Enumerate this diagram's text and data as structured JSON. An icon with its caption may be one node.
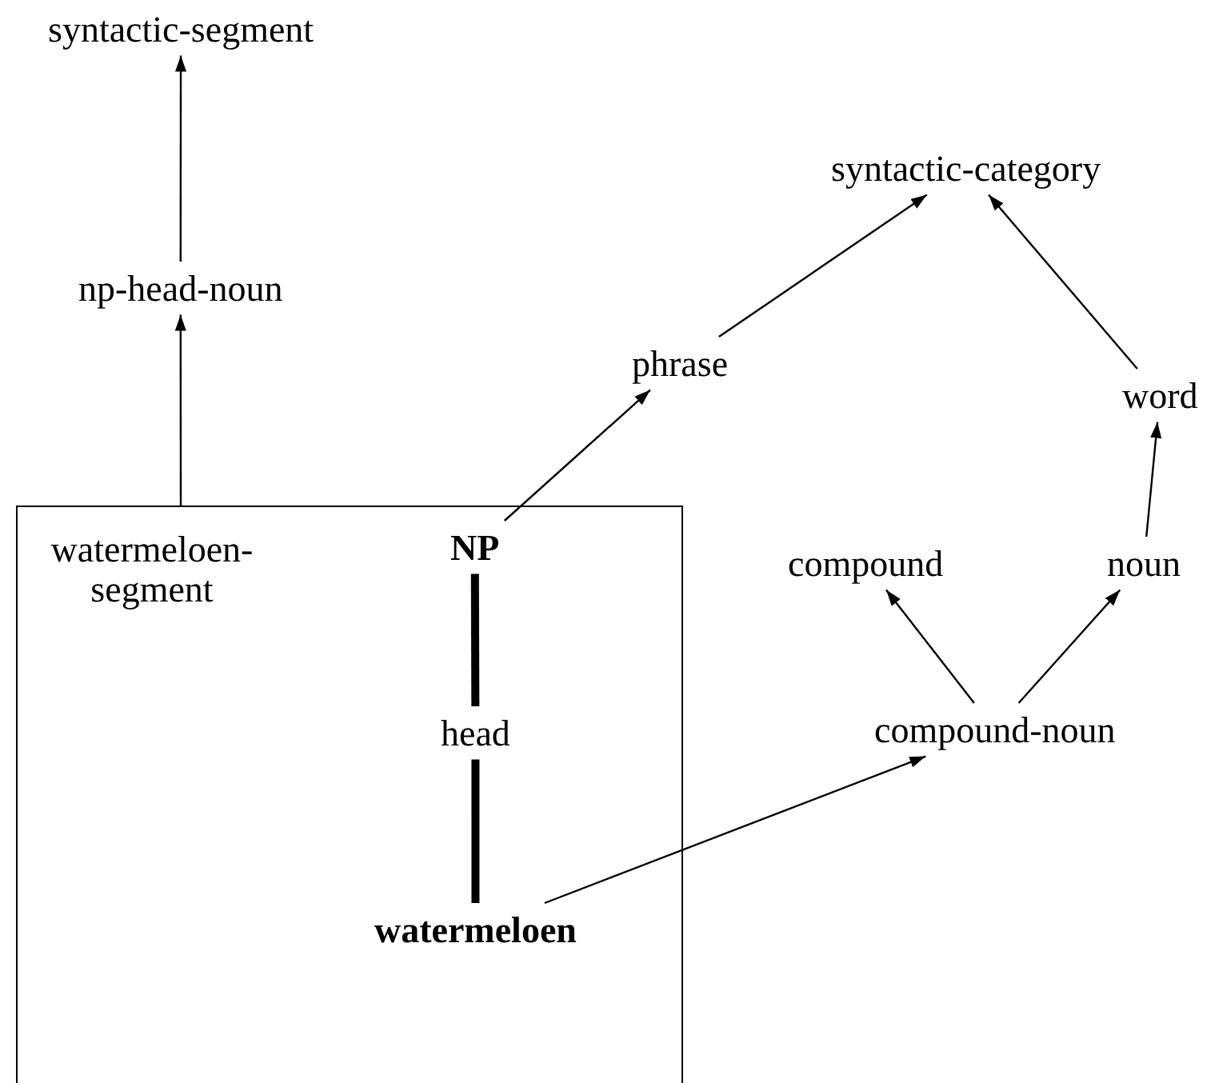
{
  "diagram": {
    "nodes": [
      {
        "text": [
          "syntactic-segment"
        ]
      },
      {
        "text": [
          "np-head-noun"
        ]
      },
      {
        "text": [
          "watermeloen-segment"
        ]
      },
      {
        "text": [
          "**NP**"
        ],
        "in": 2
      },
      {
        "text": [
          "head"
        ],
        "in": 2
      },
      {
        "text": [
          "**watermeloen**"
        ],
        "in": 2
      },
      {
        "text": [
          "syntactic-category"
        ]
      },
      {
        "text": [
          "phrase"
        ]
      },
      {
        "text": [
          "word"
        ]
      },
      {
        "text": [
          "compound"
        ]
      },
      {
        "text": [
          "noun"
        ]
      },
      {
        "text": [
          "compound-noun"
        ]
      }
    ],
    "edges": [
      {
        "from": 1,
        "to": 0,
        "arrow": "to"
      },
      {
        "from": 2,
        "to": 1,
        "arrow": "to"
      },
      {
        "from": 3,
        "to": 7,
        "arrow": "to"
      },
      {
        "from": 7,
        "to": 6,
        "arrow": "to"
      },
      {
        "from": 8,
        "to": 6,
        "arrow": "to"
      },
      {
        "from": 10,
        "to": 8,
        "arrow": "to"
      },
      {
        "from": 11,
        "to": 9,
        "arrow": "to"
      },
      {
        "from": 11,
        "to": 10,
        "arrow": "to"
      },
      {
        "from": 5,
        "to": 11,
        "arrow": "to"
      },
      {
        "from": 3,
        "to": 4,
        "arrow": "none",
        "style": "thick"
      },
      {
        "from": 4,
        "to": 5,
        "arrow": "none",
        "style": "thick"
      }
    ]
  }
}
